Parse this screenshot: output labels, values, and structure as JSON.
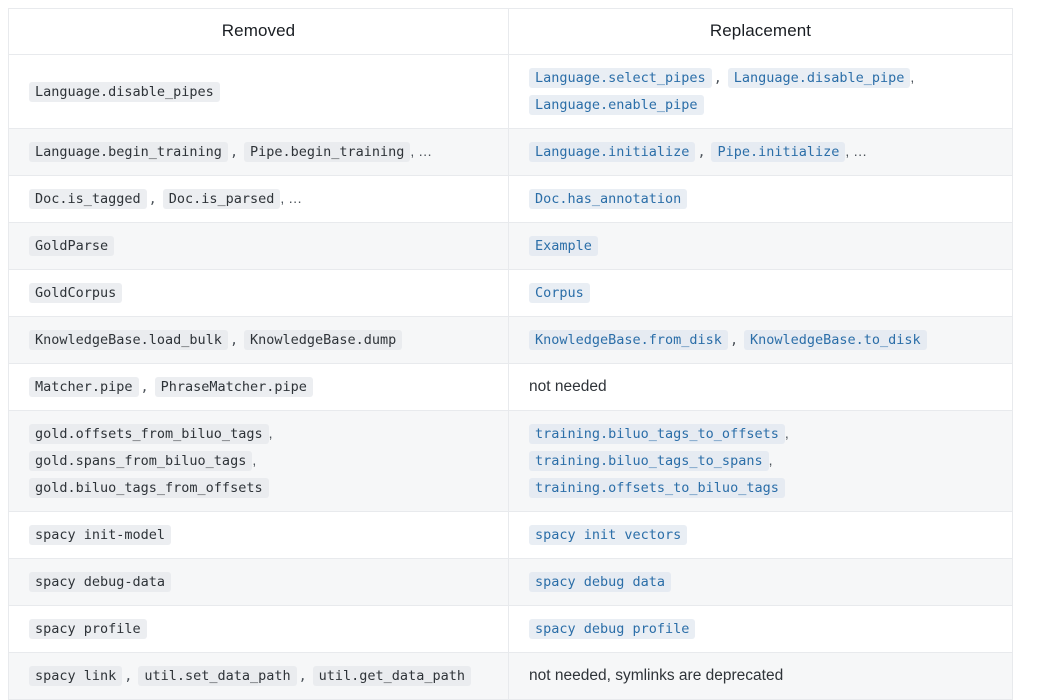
{
  "table": {
    "headers": {
      "removed": "Removed",
      "replacement": "Replacement"
    },
    "rows": [
      {
        "removed": {
          "items": [
            {
              "text": "Language.disable_pipes",
              "style": "code"
            }
          ],
          "trailing": ""
        },
        "replacement": {
          "lines": [
            {
              "items": [
                {
                  "text": "Language.select_pipes",
                  "style": "code-link"
                },
                {
                  "text": "Language.disable_pipe",
                  "style": "code-link"
                }
              ],
              "trailing": ","
            },
            {
              "items": [
                {
                  "text": "Language.enable_pipe",
                  "style": "code-link"
                }
              ],
              "trailing": ""
            }
          ]
        }
      },
      {
        "removed": {
          "items": [
            {
              "text": "Language.begin_training",
              "style": "code"
            },
            {
              "text": "Pipe.begin_training",
              "style": "code"
            }
          ],
          "trailing": ", …"
        },
        "replacement": {
          "lines": [
            {
              "items": [
                {
                  "text": "Language.initialize",
                  "style": "code-link"
                },
                {
                  "text": "Pipe.initialize",
                  "style": "code-link"
                }
              ],
              "trailing": ", …"
            }
          ]
        }
      },
      {
        "removed": {
          "items": [
            {
              "text": "Doc.is_tagged",
              "style": "code"
            },
            {
              "text": "Doc.is_parsed",
              "style": "code"
            }
          ],
          "trailing": ", …"
        },
        "replacement": {
          "lines": [
            {
              "items": [
                {
                  "text": "Doc.has_annotation",
                  "style": "code-link"
                }
              ],
              "trailing": ""
            }
          ]
        }
      },
      {
        "removed": {
          "items": [
            {
              "text": "GoldParse",
              "style": "code"
            }
          ],
          "trailing": ""
        },
        "replacement": {
          "lines": [
            {
              "items": [
                {
                  "text": "Example",
                  "style": "code-link"
                }
              ],
              "trailing": ""
            }
          ]
        }
      },
      {
        "removed": {
          "items": [
            {
              "text": "GoldCorpus",
              "style": "code"
            }
          ],
          "trailing": ""
        },
        "replacement": {
          "lines": [
            {
              "items": [
                {
                  "text": "Corpus",
                  "style": "code-link"
                }
              ],
              "trailing": ""
            }
          ]
        }
      },
      {
        "removed": {
          "items": [
            {
              "text": "KnowledgeBase.load_bulk",
              "style": "code"
            },
            {
              "text": "KnowledgeBase.dump",
              "style": "code"
            }
          ],
          "trailing": ""
        },
        "replacement": {
          "lines": [
            {
              "items": [
                {
                  "text": "KnowledgeBase.from_disk",
                  "style": "code-link"
                },
                {
                  "text": "KnowledgeBase.to_disk",
                  "style": "code-link"
                }
              ],
              "trailing": ""
            }
          ]
        }
      },
      {
        "removed": {
          "items": [
            {
              "text": "Matcher.pipe",
              "style": "code"
            },
            {
              "text": "PhraseMatcher.pipe",
              "style": "code"
            }
          ],
          "trailing": ""
        },
        "replacement": {
          "plain": "not needed"
        }
      },
      {
        "removed": {
          "lines": [
            {
              "items": [
                {
                  "text": "gold.offsets_from_biluo_tags",
                  "style": "code"
                }
              ],
              "trailing": ","
            },
            {
              "items": [
                {
                  "text": "gold.spans_from_biluo_tags",
                  "style": "code"
                }
              ],
              "trailing": ","
            },
            {
              "items": [
                {
                  "text": "gold.biluo_tags_from_offsets",
                  "style": "code"
                }
              ],
              "trailing": ""
            }
          ]
        },
        "replacement": {
          "lines": [
            {
              "items": [
                {
                  "text": "training.biluo_tags_to_offsets",
                  "style": "code-link"
                }
              ],
              "trailing": ","
            },
            {
              "items": [
                {
                  "text": "training.biluo_tags_to_spans",
                  "style": "code-link"
                }
              ],
              "trailing": ","
            },
            {
              "items": [
                {
                  "text": "training.offsets_to_biluo_tags",
                  "style": "code-link"
                }
              ],
              "trailing": ""
            }
          ]
        }
      },
      {
        "removed": {
          "items": [
            {
              "text": "spacy init-model",
              "style": "code"
            }
          ],
          "trailing": ""
        },
        "replacement": {
          "lines": [
            {
              "items": [
                {
                  "text": "spacy init vectors",
                  "style": "code-link"
                }
              ],
              "trailing": ""
            }
          ]
        }
      },
      {
        "removed": {
          "items": [
            {
              "text": "spacy debug-data",
              "style": "code"
            }
          ],
          "trailing": ""
        },
        "replacement": {
          "lines": [
            {
              "items": [
                {
                  "text": "spacy debug data",
                  "style": "code-link"
                }
              ],
              "trailing": ""
            }
          ]
        }
      },
      {
        "removed": {
          "items": [
            {
              "text": "spacy profile",
              "style": "code"
            }
          ],
          "trailing": ""
        },
        "replacement": {
          "lines": [
            {
              "items": [
                {
                  "text": "spacy debug profile",
                  "style": "code-link"
                }
              ],
              "trailing": ""
            }
          ]
        }
      },
      {
        "removed": {
          "items": [
            {
              "text": "spacy link",
              "style": "code"
            },
            {
              "text": "util.set_data_path",
              "style": "code"
            },
            {
              "text": "util.get_data_path",
              "style": "code"
            }
          ],
          "trailing": ""
        },
        "replacement": {
          "plain": "not needed, symlinks are deprecated"
        }
      }
    ]
  },
  "colors": {
    "link": "#2b6ea8",
    "code_text": "#2e3338",
    "border": "#e8eaed",
    "stripe": "#f6f7f8",
    "chip_bg": "#eceef1",
    "chip_link_bg": "#e9eef4"
  }
}
